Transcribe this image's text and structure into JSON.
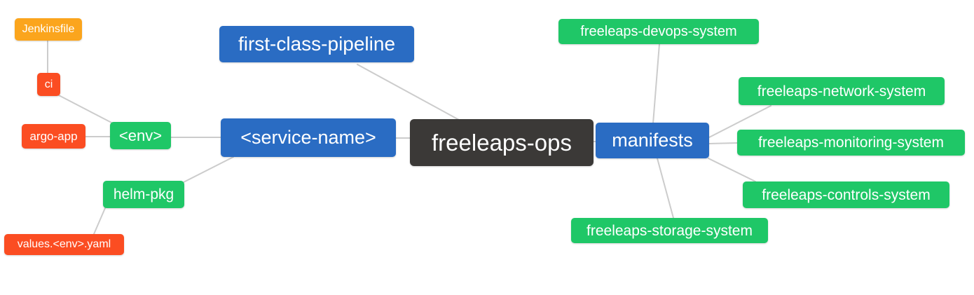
{
  "diagram": {
    "type": "mindmap",
    "title": "freeleaps-ops repository structure mindmap",
    "palette": {
      "root_bg": "#3b3937",
      "branch_blue": "#2a6cc3",
      "leaf_green": "#1fc767",
      "leaf_red": "#fb4d22",
      "leaf_orange": "#fba51d",
      "edge_gray": "#cccccc",
      "text": "#ffffff",
      "background": "#ffffff"
    },
    "nodes": {
      "root": {
        "label": "freeleaps-ops",
        "color": "#3b3937"
      },
      "first_class_pipeline": {
        "label": "first-class-pipeline",
        "color": "#2a6cc3"
      },
      "service_name": {
        "label": "<service-name>",
        "color": "#2a6cc3"
      },
      "manifests": {
        "label": "manifests",
        "color": "#2a6cc3"
      },
      "env": {
        "label": "<env>",
        "color": "#1fc767"
      },
      "helm_pkg": {
        "label": "helm-pkg",
        "color": "#1fc767"
      },
      "ci": {
        "label": "ci",
        "color": "#fb4d22"
      },
      "argo_app": {
        "label": "argo-app",
        "color": "#fb4d22"
      },
      "jenkinsfile": {
        "label": "Jenkinsfile",
        "color": "#fba51d"
      },
      "values_env_yaml": {
        "label": "values.<env>.yaml",
        "color": "#fb4d22"
      },
      "devops_system": {
        "label": "freeleaps-devops-system",
        "color": "#1fc767"
      },
      "network_system": {
        "label": "freeleaps-network-system",
        "color": "#1fc767"
      },
      "monitoring_system": {
        "label": "freeleaps-monitoring-system",
        "color": "#1fc767"
      },
      "controls_system": {
        "label": "freeleaps-controls-system",
        "color": "#1fc767"
      },
      "storage_system": {
        "label": "freeleaps-storage-system",
        "color": "#1fc767"
      }
    },
    "edges": [
      [
        "jenkinsfile",
        "ci"
      ],
      [
        "ci",
        "env"
      ],
      [
        "argo_app",
        "env"
      ],
      [
        "env",
        "service_name"
      ],
      [
        "service_name",
        "helm_pkg"
      ],
      [
        "helm_pkg",
        "values_env_yaml"
      ],
      [
        "first_class_pipeline",
        "root"
      ],
      [
        "service_name",
        "root"
      ],
      [
        "root",
        "manifests"
      ],
      [
        "manifests",
        "devops_system"
      ],
      [
        "manifests",
        "network_system"
      ],
      [
        "manifests",
        "monitoring_system"
      ],
      [
        "manifests",
        "controls_system"
      ],
      [
        "manifests",
        "storage_system"
      ]
    ]
  }
}
